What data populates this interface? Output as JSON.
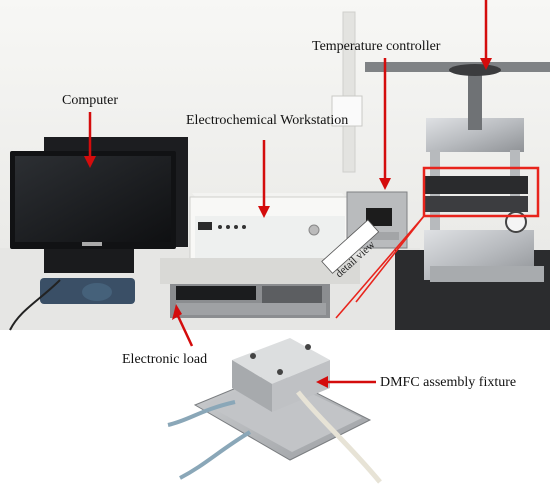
{
  "labels": {
    "temperature_controller": "Temperature controller",
    "computer": "Computer",
    "electrochemical_workstation": "Electrochemical Workstation",
    "electronic_load": "Electronic load",
    "dmfc_fixture": "DMFC assembly fixture",
    "detail_view": "detail view"
  },
  "colors": {
    "arrow": "#d40c0c",
    "highlight_box": "#e8241c",
    "background": "#ffffff",
    "wall": "#f2f2f0",
    "bench": "#e9e9e9",
    "metal": "#c7c9cc"
  },
  "icons": {
    "arrow": "red-arrow-icon",
    "monitor": "monitor-icon",
    "press": "hydraulic-press-icon"
  }
}
